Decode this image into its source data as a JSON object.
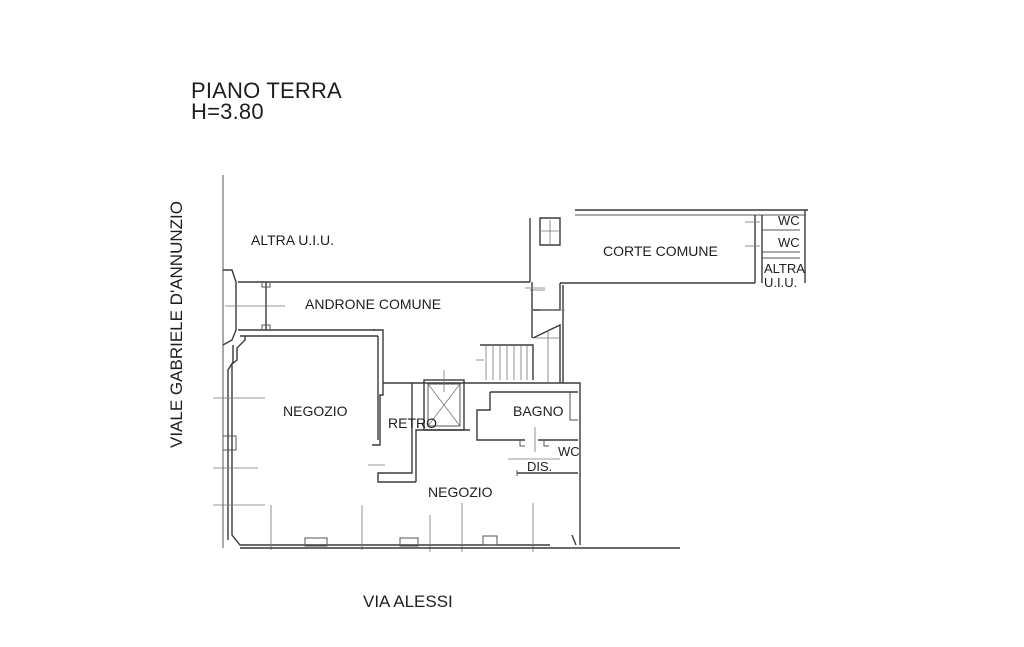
{
  "title": {
    "floor": "PIANO TERRA",
    "height": "H=3.80"
  },
  "streets": {
    "left": "VIALE GABRIELE D'ANNUNZIO",
    "bottom": "VIA ALESSI"
  },
  "rooms": {
    "altra_uiu_top_left": "ALTRA U.I.U.",
    "androne_comune": "ANDRONE COMUNE",
    "corte_comune": "CORTE COMUNE",
    "wc_1": "WC",
    "wc_2": "WC",
    "altra_uiu_right_line1": "ALTRA",
    "altra_uiu_right_line2": "U.I.U.",
    "negozio_left": "NEGOZIO",
    "retro": "RETRO",
    "bagno": "BAGNO",
    "wc_3": "WC",
    "dis": "DIS.",
    "negozio_bottom": "NEGOZIO"
  },
  "colors": {
    "line": "#3a3a3a",
    "text": "#1e1e1e",
    "background": "#ffffff"
  }
}
